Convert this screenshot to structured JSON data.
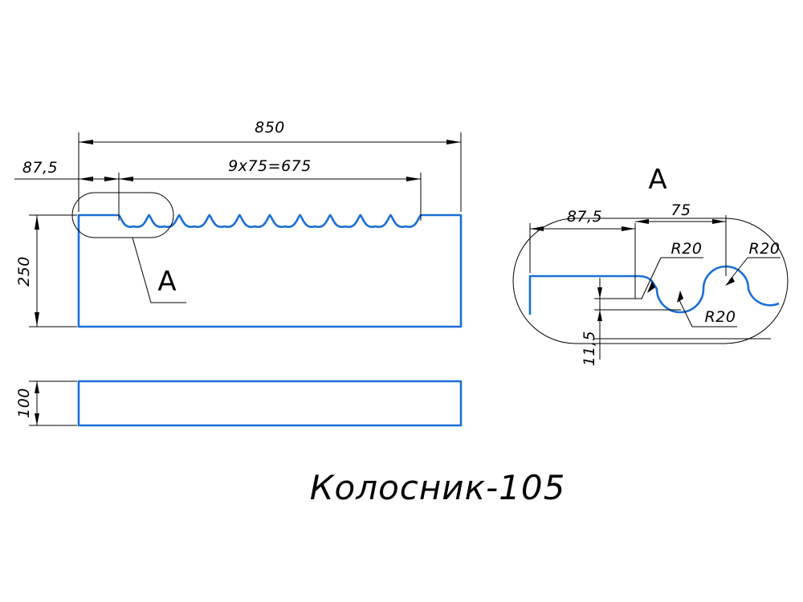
{
  "drawing": {
    "title": "Колосник-105",
    "part_color": "#1a6fd6",
    "line_color": "#000000"
  },
  "main_view": {
    "dim_total_length": "850",
    "dim_offset": "87,5",
    "dim_pitch": "9x75=675",
    "dim_height": "250",
    "callout_label": "A"
  },
  "side_view": {
    "dim_thickness": "100"
  },
  "detail_view": {
    "title": "A",
    "dim_offset": "87,5",
    "dim_pitch": "75",
    "dim_radius_top_1": "R20",
    "dim_radius_top_2": "R20",
    "dim_radius_bottom": "R20",
    "dim_depth": "11,5"
  }
}
